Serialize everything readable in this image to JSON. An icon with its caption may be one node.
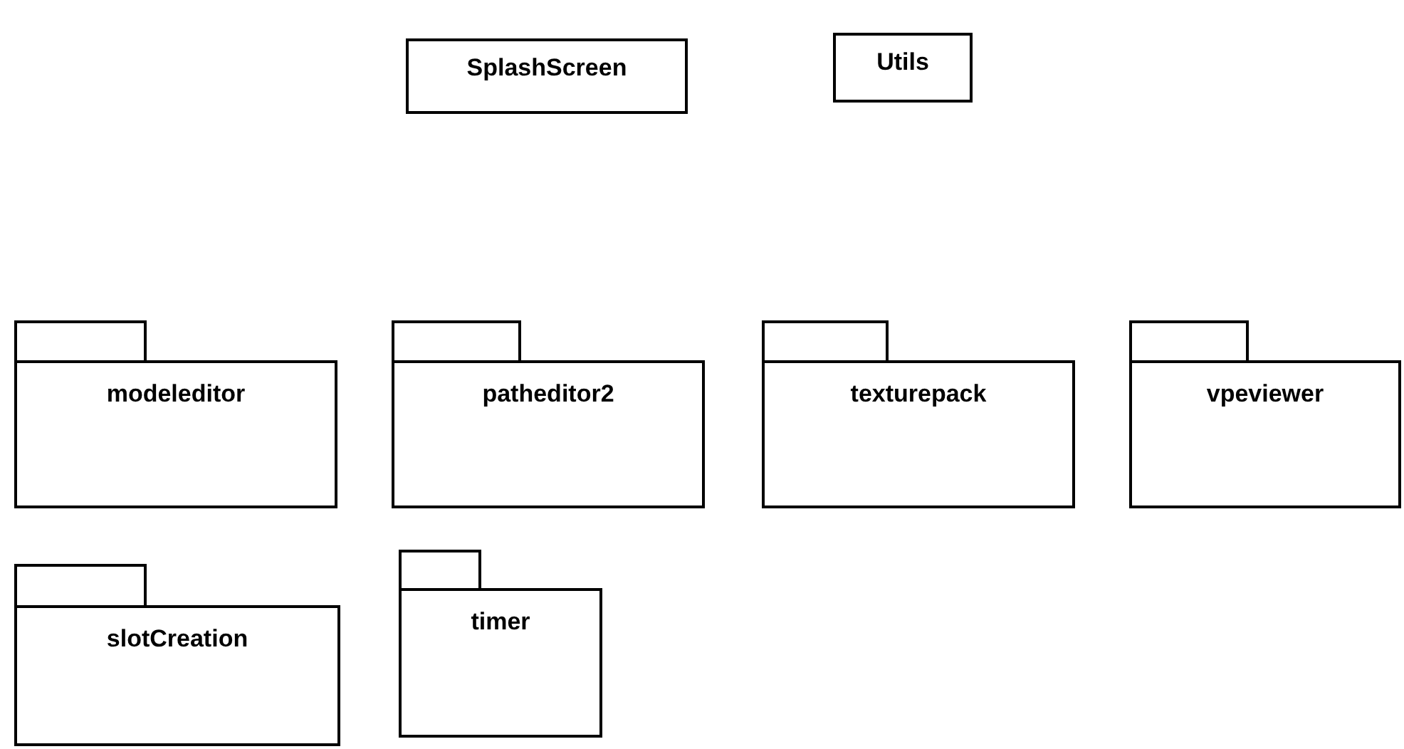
{
  "diagram": {
    "nodes": [
      {
        "text": [
          "SplashScreen"
        ]
      },
      {
        "text": [
          "Utils"
        ]
      },
      {
        "text": [
          "modeleditor"
        ]
      },
      {
        "text": [
          "patheditor2"
        ]
      },
      {
        "text": [
          "texturepack"
        ]
      },
      {
        "text": [
          "vpeviewer"
        ]
      },
      {
        "text": [
          "slotCreation"
        ]
      },
      {
        "text": [
          "timer"
        ]
      }
    ]
  }
}
